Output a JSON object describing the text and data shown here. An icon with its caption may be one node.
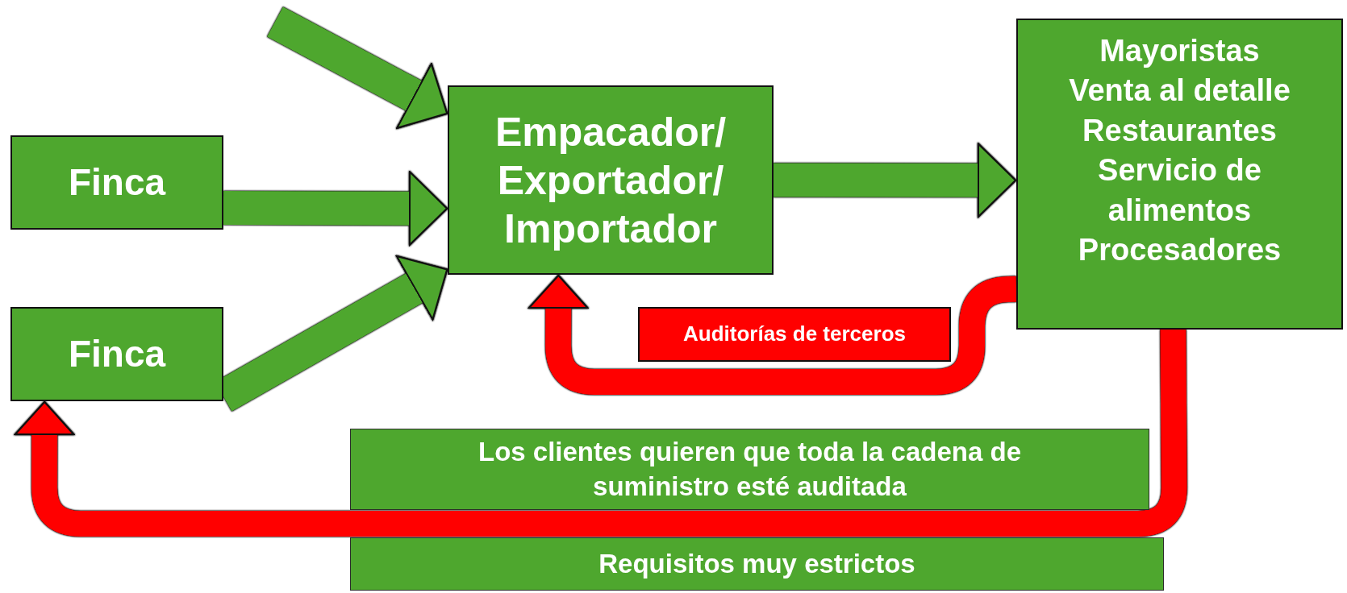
{
  "diagram": {
    "nodes": [
      {
        "text": [
          "Finca"
        ]
      },
      {
        "text": [
          "Finca"
        ]
      },
      {
        "text": [
          "Empacador/ Exportador/ Importador"
        ]
      },
      {
        "text": [
          "Mayoristas",
          "Venta al detalle",
          "Restaurantes",
          "Servicio de alimentos",
          "Procesadores"
        ]
      },
      {
        "text": [
          "Auditorías de terceros"
        ]
      },
      {
        "text": [
          "Los clientes quieren que toda la cadena de suministro esté auditada"
        ]
      },
      {
        "text": [
          "Requisitos muy estrictos"
        ]
      }
    ],
    "edges": [
      {
        "from": null,
        "to": 2,
        "arrow": "to"
      },
      {
        "from": 0,
        "to": 2,
        "arrow": "to"
      },
      {
        "from": 1,
        "to": 2,
        "arrow": "to"
      },
      {
        "from": 2,
        "to": 3,
        "arrow": "to"
      },
      {
        "from": 3,
        "to": 2,
        "arrow": "to",
        "color": "#ff0000"
      },
      {
        "from": 3,
        "to": 1,
        "arrow": "to",
        "color": "#ff0000"
      }
    ]
  }
}
